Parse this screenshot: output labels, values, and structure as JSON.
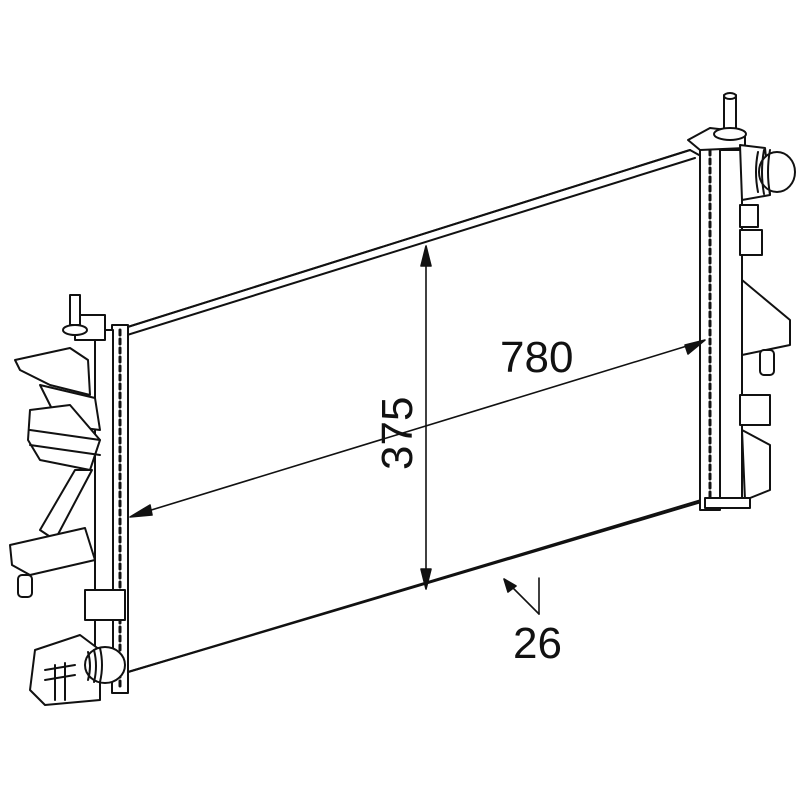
{
  "drawing": {
    "subject": "radiator",
    "line_color": "#111111",
    "background": "#ffffff"
  },
  "dimensions": {
    "width_label": "780",
    "height_label": "375"
  },
  "callouts": [
    {
      "label": "26"
    }
  ]
}
